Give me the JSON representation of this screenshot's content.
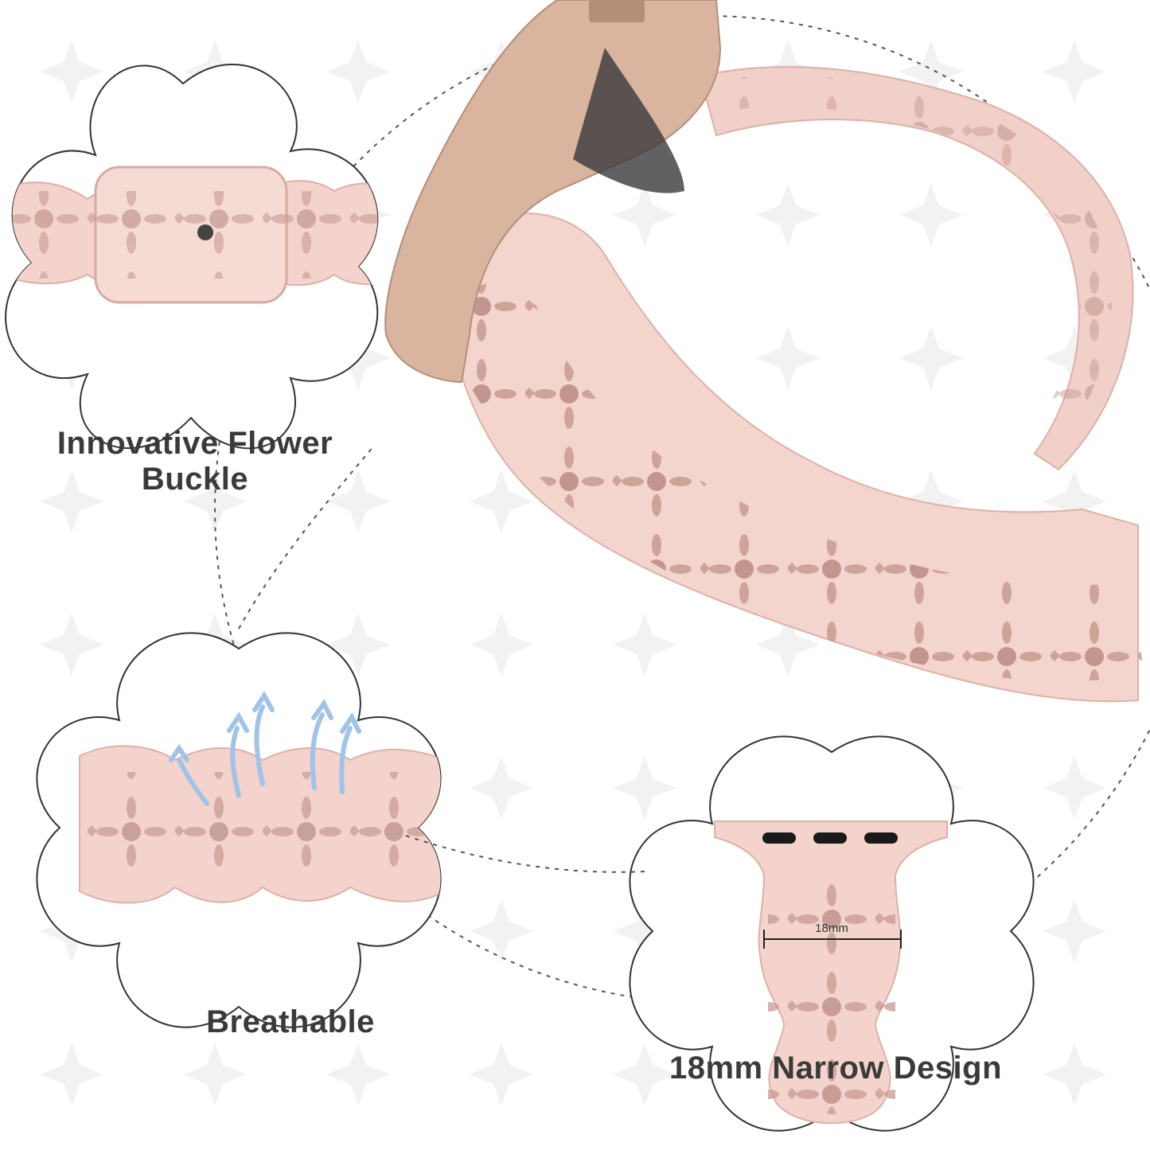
{
  "features": {
    "buckle_caption_line1": "Innovative Flower",
    "buckle_caption_line2": "Buckle",
    "breathable_caption": "Breathable",
    "narrow_caption": "18mm Narrow Design",
    "width_measurement": "18mm"
  },
  "colors": {
    "band_pink": "#f3d3cc",
    "band_shadow": "#d9aea5",
    "case_gold": "#d9b49f",
    "text_dark": "#3a3a3a",
    "background": "#ffffff"
  }
}
